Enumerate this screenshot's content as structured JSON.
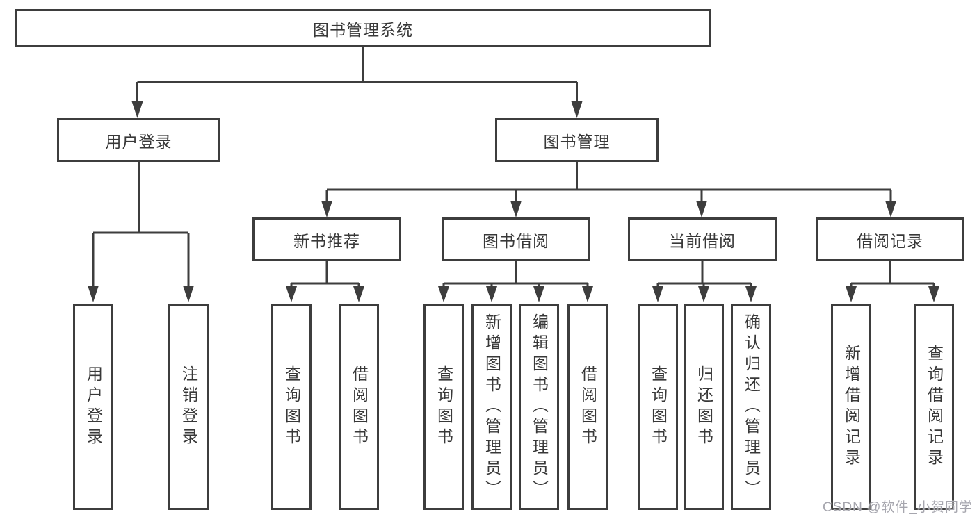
{
  "colors": {
    "line": "#3d3d3d",
    "box_border": "#3d3d3d",
    "text": "#383838",
    "watermark": "#a6a6ae",
    "background": "#ffffff"
  },
  "tree": {
    "root": {
      "label": "图书管理系统",
      "children": [
        {
          "label": "用户登录",
          "children": [
            {
              "label": "用户登录"
            },
            {
              "label": "注销登录"
            }
          ]
        },
        {
          "label": "图书管理",
          "children": [
            {
              "label": "新书推荐",
              "children": [
                {
                  "label": "查询图书"
                },
                {
                  "label": "借阅图书"
                }
              ]
            },
            {
              "label": "图书借阅",
              "children": [
                {
                  "label": "查询图书"
                },
                {
                  "label": "新增图书（管理员）"
                },
                {
                  "label": "编辑图书（管理员）"
                },
                {
                  "label": "借阅图书"
                }
              ]
            },
            {
              "label": "当前借阅",
              "children": [
                {
                  "label": "查询图书"
                },
                {
                  "label": "归还图书"
                },
                {
                  "label": "确认归还（管理员）"
                }
              ]
            },
            {
              "label": "借阅记录",
              "children": [
                {
                  "label": "新增借阅记录"
                },
                {
                  "label": "查询借阅记录"
                }
              ]
            }
          ]
        }
      ]
    }
  },
  "watermark": {
    "text": "CSDN @软件_小贺同学"
  }
}
